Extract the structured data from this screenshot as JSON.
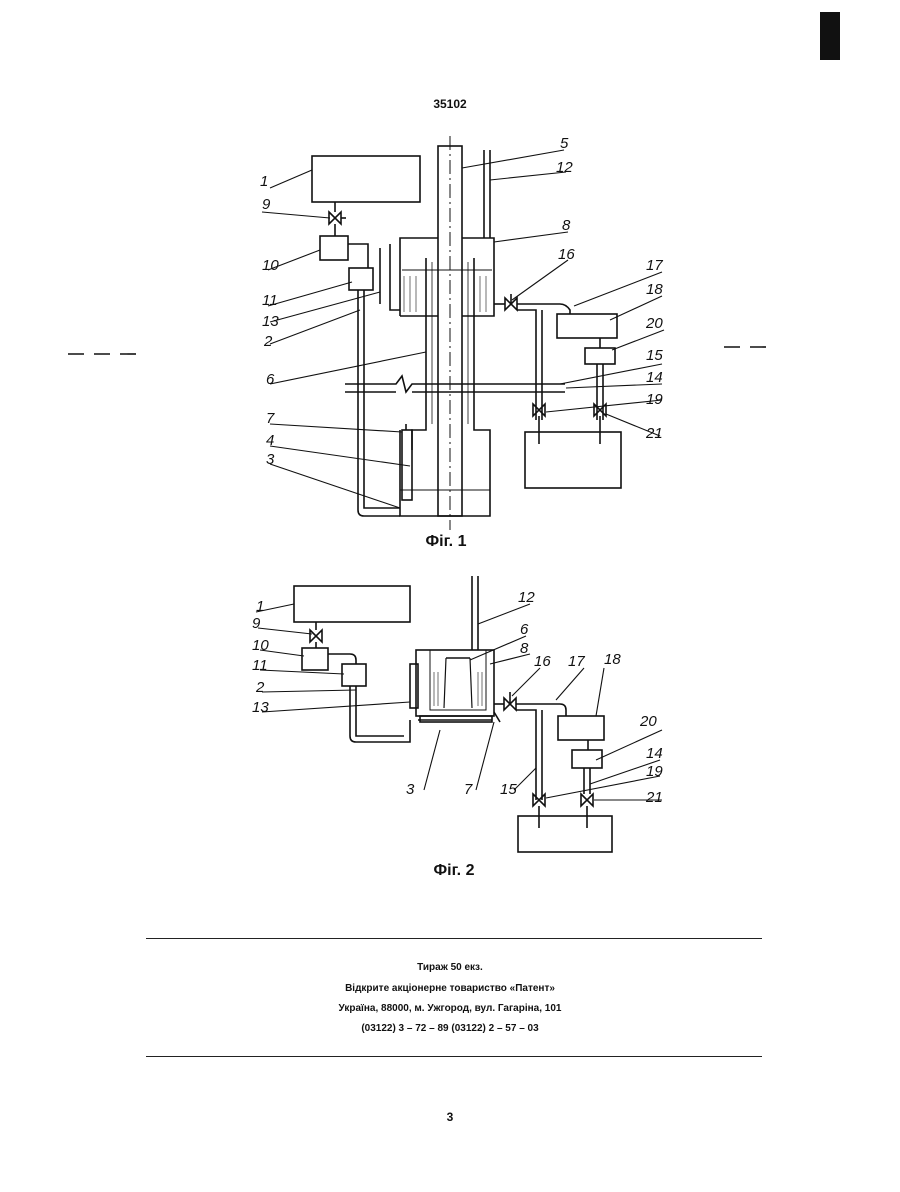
{
  "header": {
    "page_number": "35102"
  },
  "figures": [
    {
      "caption": "Фіг. 1",
      "labels": [
        "1",
        "9",
        "10",
        "11",
        "13",
        "2",
        "6",
        "7",
        "4",
        "3",
        "5",
        "12",
        "8",
        "16",
        "17",
        "18",
        "20",
        "15",
        "14",
        "19",
        "21"
      ]
    },
    {
      "caption": "Фіг. 2",
      "labels": [
        "1",
        "9",
        "10",
        "11",
        "2",
        "13",
        "12",
        "6",
        "8",
        "16",
        "17",
        "18",
        "20",
        "14",
        "19",
        "21",
        "3",
        "7",
        "15"
      ]
    }
  ],
  "imprint": {
    "line1": "Тираж 50 екз.",
    "line2": "Відкрите акціонерне товариство «Патент»",
    "line3": "Україна, 88000, м. Ужгород, вул. Гагаріна, 101",
    "line4": "(03122) 3 – 72 – 89  (03122) 2 – 57 – 03"
  },
  "footer": {
    "page_number": "3"
  }
}
